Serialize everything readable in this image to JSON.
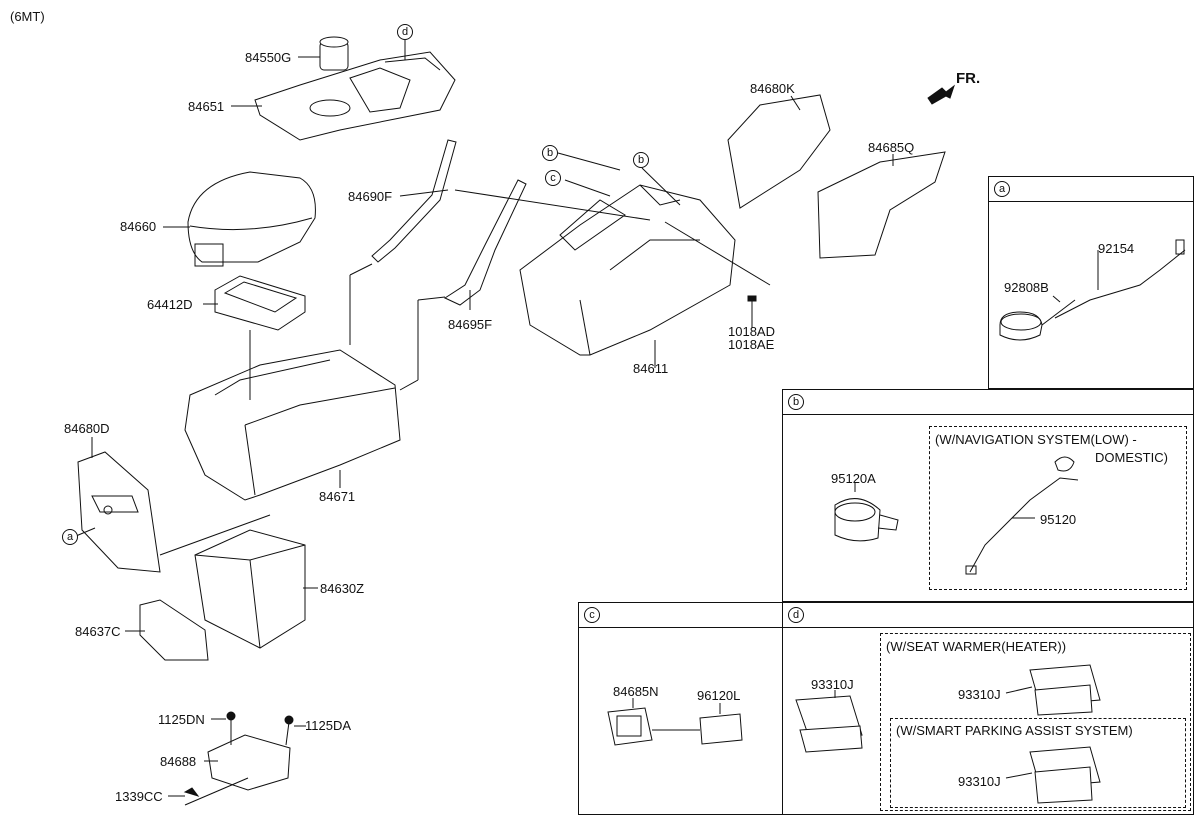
{
  "variant": "(6MT)",
  "front_marker": "FR.",
  "parts": {
    "p84550G": "84550G",
    "p84651": "84651",
    "p84660": "84660",
    "p64412D": "64412D",
    "p84680D": "84680D",
    "p84671": "84671",
    "p84630Z": "84630Z",
    "p84637C": "84637C",
    "p1125DN": "1125DN",
    "p1125DA": "1125DA",
    "p84688": "84688",
    "p1339CC": "1339CC",
    "p84690F": "84690F",
    "p84695F": "84695F",
    "p84611": "84611",
    "p1018AD": "1018AD",
    "p1018AE": "1018AE",
    "p84680K": "84680K",
    "p84685Q": "84685Q"
  },
  "callouts": {
    "a": "a",
    "b": "b",
    "c": "c",
    "d": "d"
  },
  "panel_a": {
    "key": "a",
    "p92154": "92154",
    "p92808B": "92808B"
  },
  "panel_b": {
    "key": "b",
    "p95120A": "95120A",
    "option_line1": "(W/NAVIGATION SYSTEM(LOW) -",
    "option_line2": "DOMESTIC)",
    "p95120": "95120"
  },
  "panel_c": {
    "key": "c",
    "p84685N": "84685N",
    "p96120L": "96120L"
  },
  "panel_d": {
    "key": "d",
    "p93310J": "93310J",
    "option1": "(W/SEAT WARMER(HEATER))",
    "option1_part": "93310J",
    "option2": "(W/SMART PARKING ASSIST SYSTEM)",
    "option2_part": "93310J"
  }
}
